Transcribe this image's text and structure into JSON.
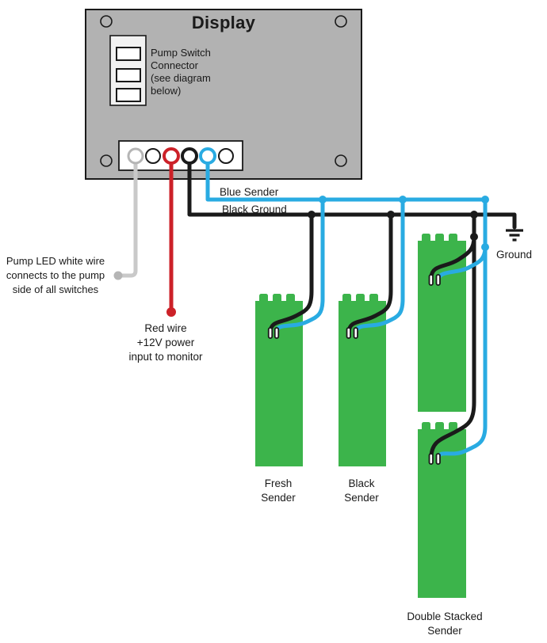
{
  "display": {
    "title": "Display",
    "pump_switch_note": "Pump Switch\nConnector\n(see diagram\nbelow)"
  },
  "wire_labels": {
    "blue_sender": "Blue Sender",
    "black_ground": "Black Ground",
    "pump_led_note": "Pump LED white wire\nconnects to the pump\nside of all switches",
    "red_wire_note": "Red wire\n+12V power\ninput to monitor",
    "ground": "Ground"
  },
  "senders": [
    {
      "id": "fresh",
      "label": "Fresh\nSender"
    },
    {
      "id": "black",
      "label": "Black\nSender"
    },
    {
      "id": "double",
      "label": "Double Stacked\nSender"
    }
  ],
  "colors": {
    "panel": "#b2b2b2",
    "line": "#1a1a1a",
    "green": "#3cb44b",
    "blue": "#29abe2",
    "red": "#cc2128",
    "wire-black": "#1a1a1a",
    "gray-wire": "#c9c9c9",
    "gray-dot": "#b5b5b5"
  }
}
